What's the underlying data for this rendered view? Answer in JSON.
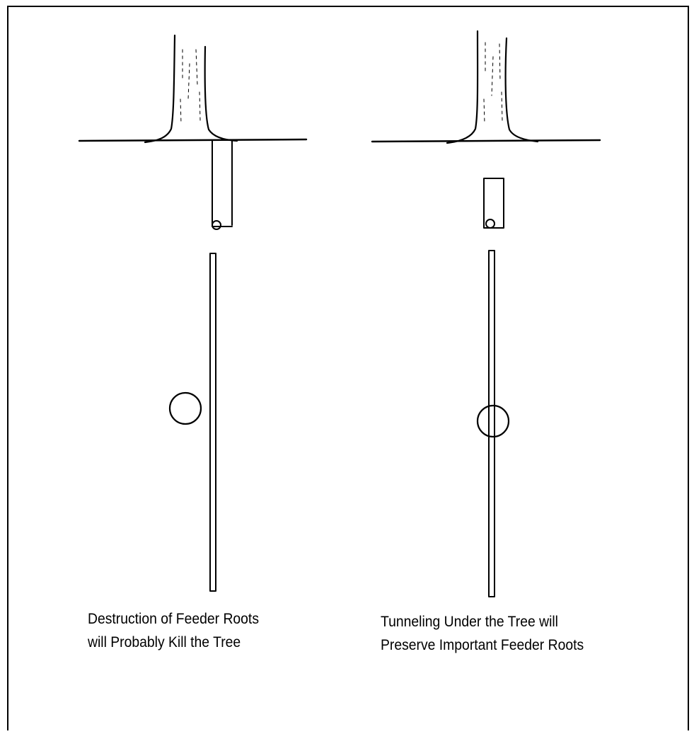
{
  "panels": [
    {
      "caption_line1": "Destruction of Feeder Roots",
      "caption_line2": "will Probably Kill the Tree"
    },
    {
      "caption_line1": "Tunneling Under the Tree will",
      "caption_line2": "Preserve Important Feeder Roots"
    }
  ],
  "colors": {
    "ink": "#000000",
    "paper": "#ffffff"
  }
}
